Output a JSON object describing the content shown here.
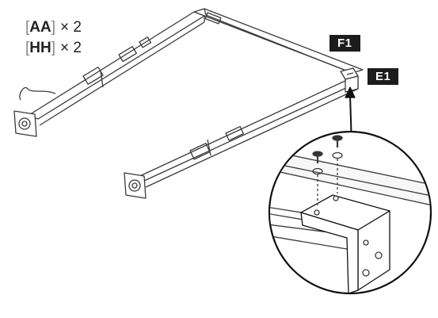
{
  "parts": [
    {
      "code": "AA",
      "qty": "× 2"
    },
    {
      "code": "HH",
      "qty": "× 2"
    }
  ],
  "labels": {
    "f1": "F1",
    "e1": "E1"
  }
}
